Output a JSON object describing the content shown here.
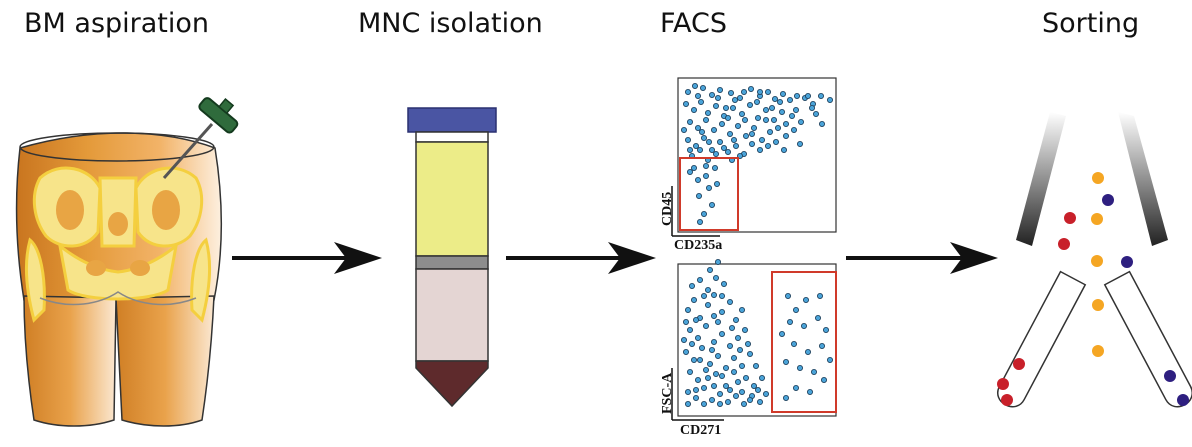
{
  "steps": [
    {
      "title": "BM aspiration"
    },
    {
      "title": "MNC isolation"
    },
    {
      "title": "FACS"
    },
    {
      "title": "Sorting"
    }
  ],
  "facs_top": {
    "xlabel": "CD235a",
    "ylabel": "CD45",
    "points_main": [
      [
        688,
        92
      ],
      [
        695,
        86
      ],
      [
        703,
        88
      ],
      [
        712,
        95
      ],
      [
        720,
        90
      ],
      [
        731,
        93
      ],
      [
        740,
        98
      ],
      [
        751,
        89
      ],
      [
        760,
        96
      ],
      [
        768,
        92
      ],
      [
        775,
        99
      ],
      [
        783,
        94
      ],
      [
        790,
        100
      ],
      [
        797,
        96
      ],
      [
        805,
        98
      ],
      [
        813,
        104
      ],
      [
        821,
        96
      ],
      [
        830,
        100
      ],
      [
        686,
        104
      ],
      [
        694,
        110
      ],
      [
        701,
        102
      ],
      [
        708,
        113
      ],
      [
        716,
        106
      ],
      [
        724,
        116
      ],
      [
        733,
        108
      ],
      [
        742,
        114
      ],
      [
        750,
        105
      ],
      [
        758,
        118
      ],
      [
        766,
        110
      ],
      [
        774,
        120
      ],
      [
        782,
        112
      ],
      [
        792,
        116
      ],
      [
        801,
        122
      ],
      [
        812,
        108
      ],
      [
        822,
        124
      ],
      [
        690,
        122
      ],
      [
        698,
        128
      ],
      [
        706,
        120
      ],
      [
        714,
        130
      ],
      [
        722,
        124
      ],
      [
        730,
        134
      ],
      [
        738,
        126
      ],
      [
        746,
        136
      ],
      [
        754,
        128
      ],
      [
        762,
        140
      ],
      [
        770,
        132
      ],
      [
        778,
        128
      ],
      [
        786,
        136
      ],
      [
        794,
        130
      ],
      [
        800,
        144
      ],
      [
        688,
        140
      ],
      [
        696,
        146
      ],
      [
        704,
        138
      ],
      [
        712,
        150
      ],
      [
        720,
        142
      ],
      [
        728,
        152
      ],
      [
        736,
        146
      ],
      [
        744,
        154
      ],
      [
        752,
        144
      ],
      [
        760,
        150
      ],
      [
        768,
        146
      ],
      [
        776,
        142
      ],
      [
        784,
        150
      ],
      [
        692,
        156
      ],
      [
        700,
        150
      ],
      [
        708,
        160
      ],
      [
        716,
        154
      ],
      [
        724,
        148
      ],
      [
        732,
        160
      ],
      [
        740,
        156
      ],
      [
        760,
        92
      ],
      [
        772,
        108
      ],
      [
        786,
        124
      ],
      [
        745,
        120
      ],
      [
        735,
        100
      ],
      [
        718,
        98
      ],
      [
        702,
        132
      ],
      [
        709,
        142
      ],
      [
        728,
        118
      ],
      [
        752,
        134
      ],
      [
        766,
        120
      ],
      [
        796,
        110
      ],
      [
        808,
        96
      ],
      [
        816,
        114
      ],
      [
        698,
        96
      ],
      [
        684,
        130
      ],
      [
        690,
        150
      ],
      [
        726,
        108
      ],
      [
        744,
        92
      ],
      [
        757,
        102
      ],
      [
        780,
        102
      ],
      [
        734,
        140
      ]
    ],
    "points_gate": [
      [
        690,
        172
      ],
      [
        698,
        180
      ],
      [
        706,
        176
      ],
      [
        715,
        168
      ],
      [
        709,
        188
      ],
      [
        699,
        196
      ],
      [
        712,
        205
      ],
      [
        704,
        214
      ],
      [
        700,
        222
      ],
      [
        717,
        184
      ],
      [
        694,
        168
      ],
      [
        706,
        166
      ]
    ]
  },
  "facs_bottom": {
    "xlabel": "CD271",
    "ylabel": "FSC-A",
    "points_main": [
      [
        688,
        310
      ],
      [
        694,
        300
      ],
      [
        700,
        318
      ],
      [
        708,
        305
      ],
      [
        714,
        295
      ],
      [
        722,
        312
      ],
      [
        730,
        302
      ],
      [
        736,
        320
      ],
      [
        742,
        310
      ],
      [
        690,
        330
      ],
      [
        698,
        338
      ],
      [
        706,
        326
      ],
      [
        714,
        342
      ],
      [
        722,
        334
      ],
      [
        730,
        346
      ],
      [
        738,
        338
      ],
      [
        745,
        330
      ],
      [
        686,
        352
      ],
      [
        694,
        360
      ],
      [
        702,
        348
      ],
      [
        710,
        364
      ],
      [
        718,
        356
      ],
      [
        726,
        368
      ],
      [
        734,
        358
      ],
      [
        742,
        366
      ],
      [
        750,
        354
      ],
      [
        690,
        372
      ],
      [
        698,
        380
      ],
      [
        706,
        370
      ],
      [
        714,
        386
      ],
      [
        722,
        376
      ],
      [
        730,
        390
      ],
      [
        738,
        382
      ],
      [
        746,
        378
      ],
      [
        754,
        386
      ],
      [
        762,
        378
      ],
      [
        688,
        392
      ],
      [
        696,
        398
      ],
      [
        704,
        388
      ],
      [
        712,
        400
      ],
      [
        720,
        394
      ],
      [
        728,
        402
      ],
      [
        736,
        396
      ],
      [
        744,
        404
      ],
      [
        752,
        396
      ],
      [
        760,
        402
      ],
      [
        692,
        286
      ],
      [
        700,
        280
      ],
      [
        708,
        290
      ],
      [
        716,
        278
      ],
      [
        724,
        284
      ],
      [
        710,
        270
      ],
      [
        718,
        262
      ],
      [
        704,
        296
      ],
      [
        696,
        320
      ],
      [
        684,
        340
      ],
      [
        748,
        344
      ],
      [
        756,
        366
      ],
      [
        740,
        350
      ],
      [
        732,
        328
      ],
      [
        718,
        322
      ],
      [
        712,
        350
      ],
      [
        700,
        360
      ],
      [
        692,
        344
      ],
      [
        726,
        386
      ],
      [
        716,
        374
      ],
      [
        734,
        372
      ],
      [
        758,
        390
      ],
      [
        766,
        394
      ],
      [
        722,
        296
      ],
      [
        714,
        316
      ],
      [
        686,
        322
      ],
      [
        708,
        378
      ],
      [
        696,
        390
      ],
      [
        742,
        392
      ],
      [
        750,
        400
      ],
      [
        704,
        404
      ],
      [
        720,
        404
      ],
      [
        688,
        404
      ]
    ],
    "points_gate": [
      [
        788,
        296
      ],
      [
        796,
        310
      ],
      [
        806,
        300
      ],
      [
        818,
        318
      ],
      [
        826,
        330
      ],
      [
        782,
        334
      ],
      [
        794,
        344
      ],
      [
        808,
        352
      ],
      [
        822,
        346
      ],
      [
        786,
        362
      ],
      [
        800,
        368
      ],
      [
        814,
        372
      ],
      [
        824,
        380
      ],
      [
        796,
        388
      ],
      [
        786,
        398
      ],
      [
        810,
        392
      ],
      [
        804,
        326
      ],
      [
        820,
        296
      ],
      [
        790,
        322
      ],
      [
        830,
        360
      ]
    ]
  }
}
